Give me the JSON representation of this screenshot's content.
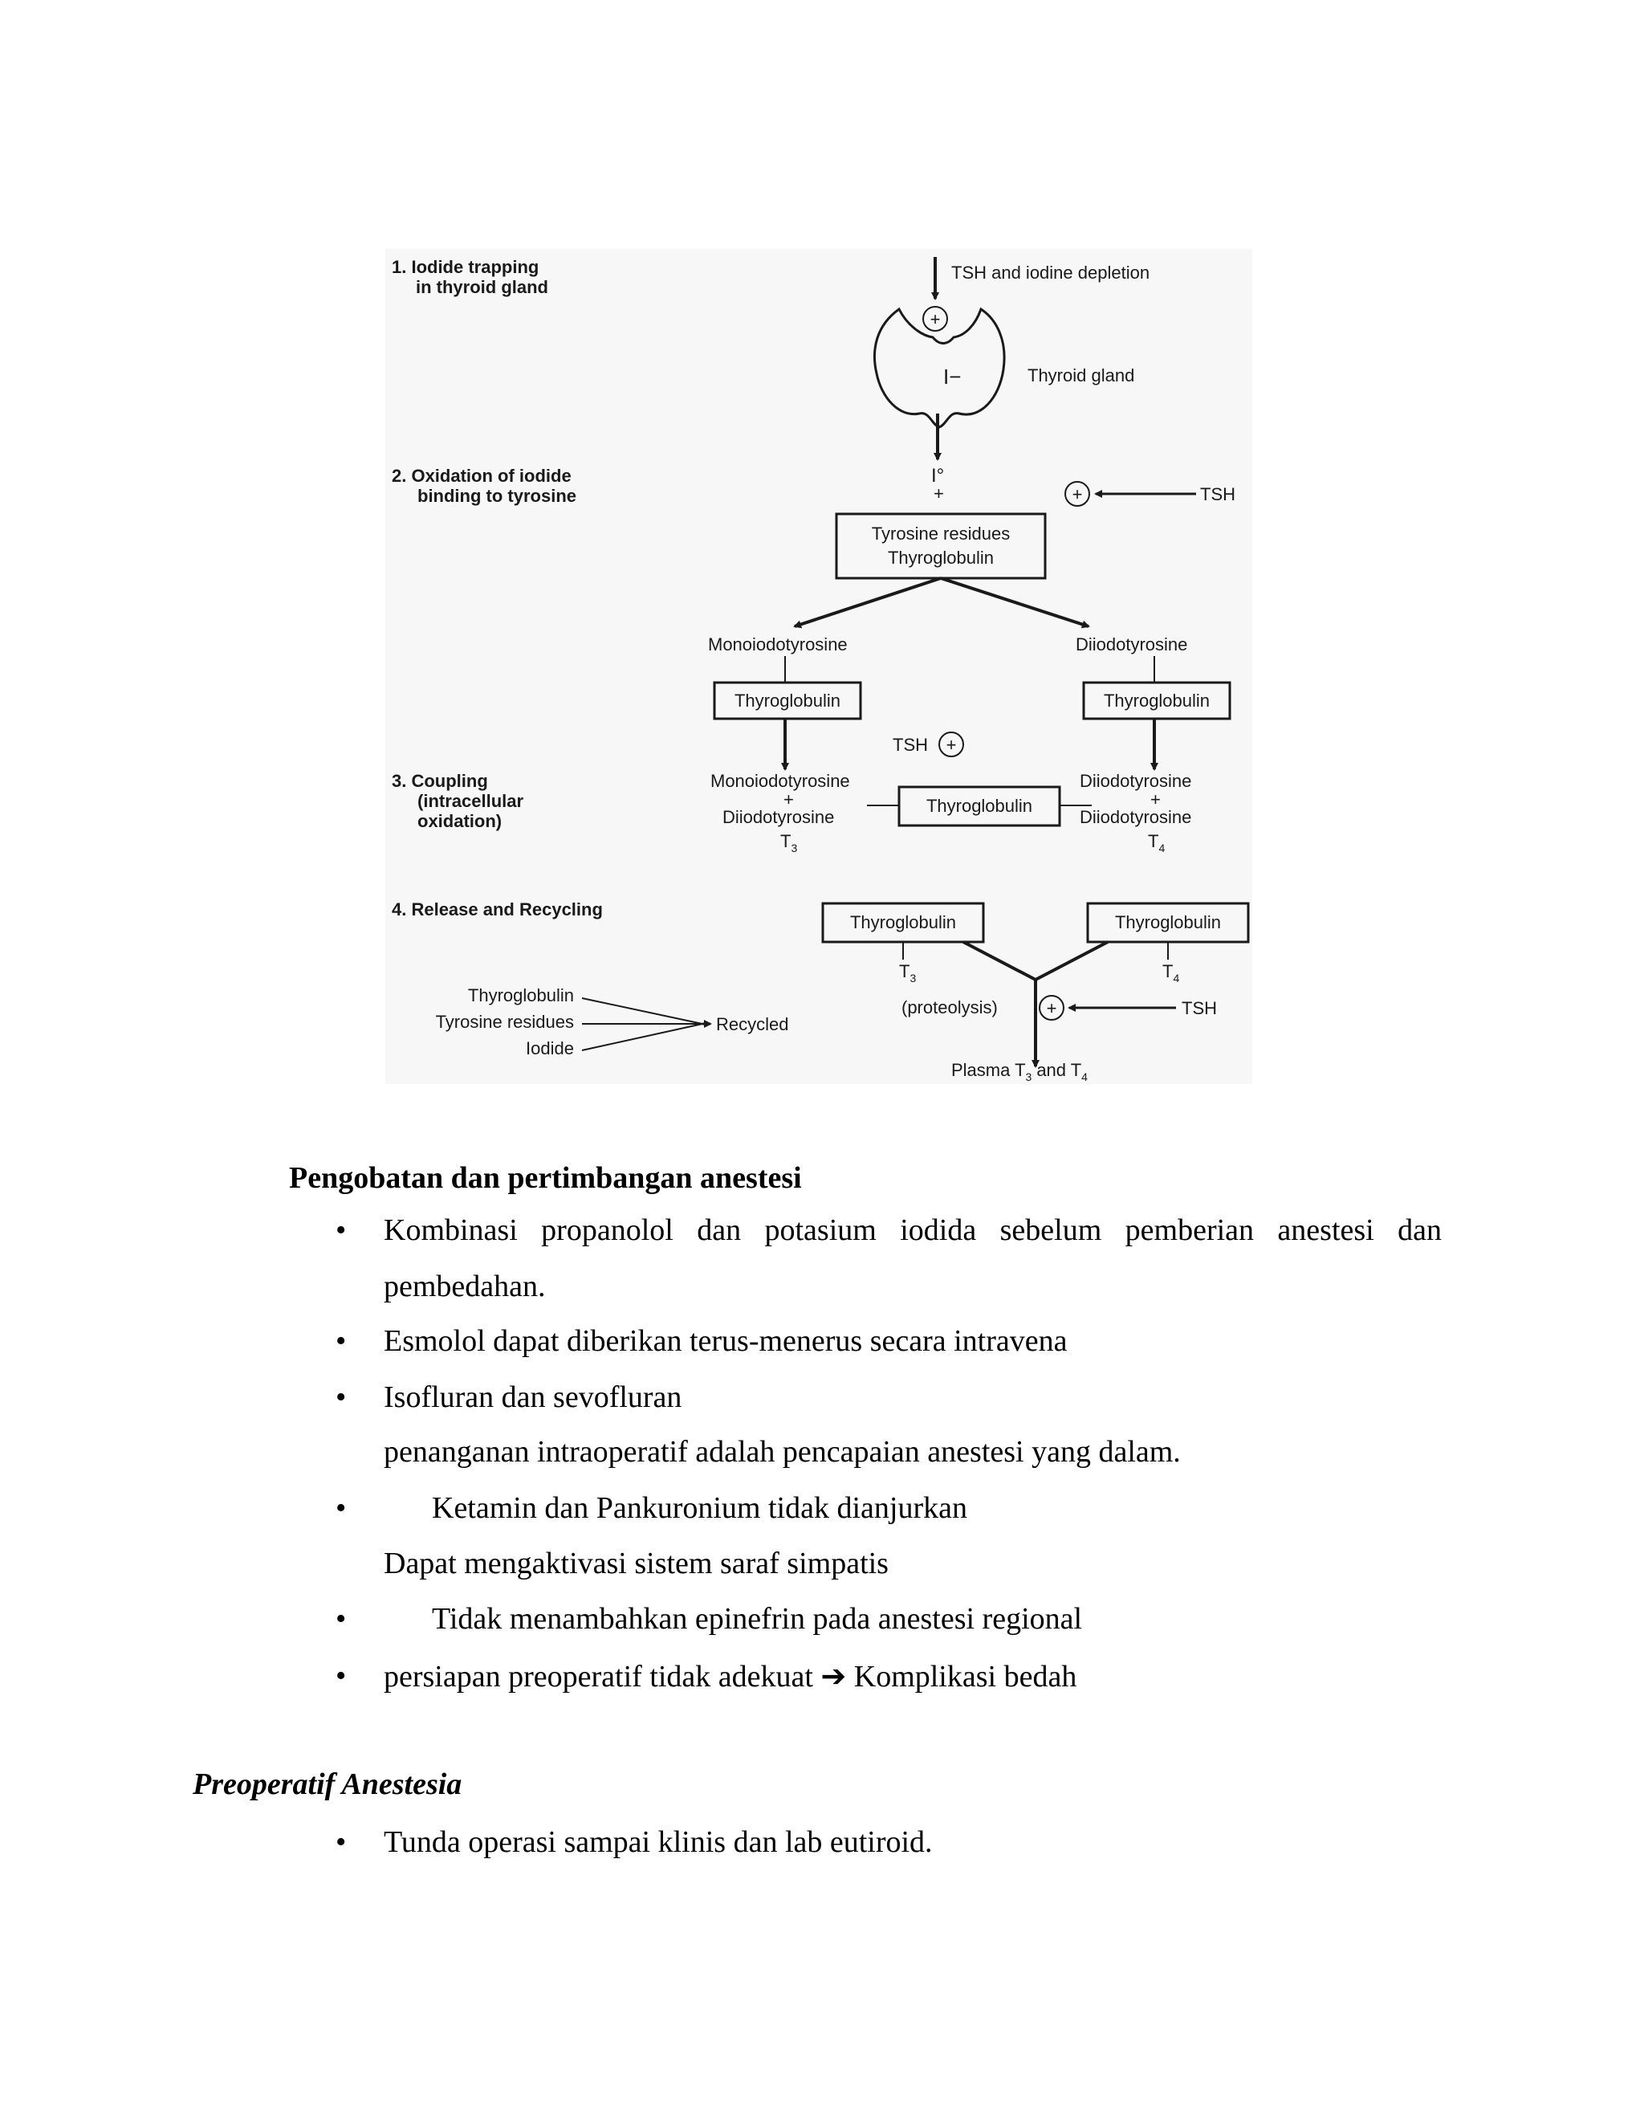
{
  "diagram": {
    "steps": {
      "step1": [
        "1. Iodide trapping",
        "in thyroid gland"
      ],
      "step2": [
        "2. Oxidation of iodide",
        "binding to tyrosine"
      ],
      "step3": [
        "3. Coupling",
        "(intracellular",
        "oxidation)"
      ],
      "step4": "4. Release and Recycling"
    },
    "labels": {
      "tsh_iodine_depletion": "TSH and iodine depletion",
      "thyroid_gland": "Thyroid gland",
      "iodide_ion": "I−",
      "iodine": "I°",
      "plus": "+",
      "plus_circle": "+",
      "tsh": "TSH",
      "tyrosine_residues": "Tyrosine residues",
      "thyroglobulin": "Thyroglobulin",
      "monoiodotyrosine": "Monoiodotyrosine",
      "diiodotyrosine": "Diiodotyrosine",
      "t3": "T",
      "t3_sub": "3",
      "t4": "T",
      "t4_sub": "4",
      "proteolysis": "(proteolysis)",
      "plasma_prefix": "Plasma T",
      "plasma_and": "and T",
      "recycled": "Recycled",
      "recycle_thyroglobulin": "Thyroglobulin",
      "recycle_tyrosine": "Tyrosine residues",
      "recycle_iodide": "Iodide"
    }
  },
  "section1": {
    "heading": "Pengobatan dan pertimbangan anestesi",
    "bullet": "•",
    "items": [
      "Kombinasi propanolol dan potasium iodida sebelum pemberian anestesi dan",
      "pembedahan.",
      "Esmolol dapat diberikan terus-menerus secara intravena",
      "Isofluran dan sevofluran",
      "penanganan intraoperatif adalah pencapaian anestesi yang dalam.",
      "Ketamin dan Pankuronium tidak dianjurkan",
      "Dapat mengaktivasi sistem saraf simpatis",
      "Tidak menambahkan epinefrin pada anestesi regional",
      "persiapan preoperatif tidak adekuat ➔ Komplikasi bedah"
    ]
  },
  "section2": {
    "heading": "Preoperatif Anestesia",
    "items": [
      "Tunda operasi sampai  klinis dan lab eutiroid."
    ]
  }
}
